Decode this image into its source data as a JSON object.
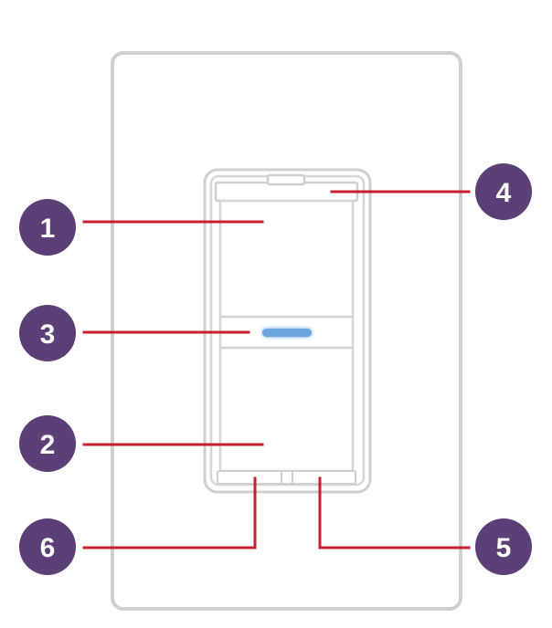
{
  "callouts": [
    {
      "number": "1"
    },
    {
      "number": "2"
    },
    {
      "number": "3"
    },
    {
      "number": "4"
    },
    {
      "number": "5"
    },
    {
      "number": "6"
    }
  ],
  "colors": {
    "background": "#ffffff",
    "outline": "#d0d0d0",
    "outline_dark": "#bfbfbf",
    "leader_line": "#c8202f",
    "badge_fill": "#5b3f76",
    "badge_text": "#ffffff",
    "led_indicator": "#6ea6e0"
  }
}
